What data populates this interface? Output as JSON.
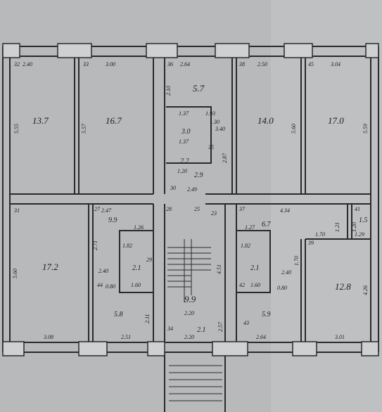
{
  "rooms": {
    "r1_area": "13.7",
    "r2_area": "16.7",
    "r3_area": "5.7",
    "r3b_area": "3.0",
    "r4_area": "14.0",
    "r5_area": "17.0",
    "r6_area": "2.9",
    "r7_area": "2.2",
    "r8_area": "9.9",
    "r9_area": "6.7",
    "r10_area": "1.5",
    "r11_area": "17.2",
    "r12_area": "2.1",
    "r13_area": "5.8",
    "r14_area": "9.9",
    "r15_area": "2.1",
    "r16_area": "2.1",
    "r17_area": "5.9",
    "r18_area": "12.8"
  },
  "room_numbers": [
    "32",
    "33",
    "36",
    "38",
    "45",
    "31",
    "27",
    "28",
    "25",
    "23",
    "37",
    "39",
    "41",
    "44",
    "34",
    "42",
    "43",
    "30",
    "35",
    "29"
  ],
  "dims_top": [
    "2.40",
    "3.00",
    "2.64",
    "2.50",
    "3.04"
  ],
  "dims_vertical": [
    "5.55",
    "5.57",
    "5.60",
    "5.59",
    "5.60",
    "4.26",
    "2.71",
    "2.87",
    "2.10",
    "4.51",
    "1.70",
    "1.21",
    "1.20",
    "2.11",
    "2.57"
  ],
  "dims_mid": [
    "2.47",
    "4.34",
    "1.26",
    "1.27",
    "1.70",
    "1.29",
    "1.37",
    "1.37",
    "1.20",
    "1.82",
    "1.82",
    "1.60",
    "1.60",
    "2.40",
    "2.40",
    "0.80",
    "0.80",
    "2.49",
    "1.93",
    "1.30",
    "3.40",
    "2.20",
    "2.20"
  ],
  "dims_bottom": [
    "3.08",
    "2.51",
    "2.64",
    "3.01"
  ]
}
